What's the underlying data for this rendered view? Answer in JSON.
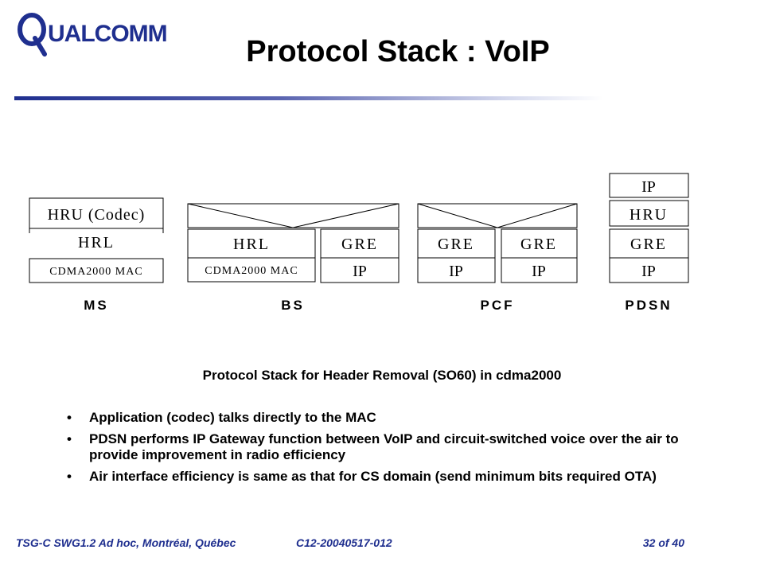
{
  "logo": {
    "text": "QUALCOMM",
    "color": "#1f2f8f"
  },
  "title": "Protocol Stack : VoIP",
  "diagram": {
    "ms": {
      "rows": [
        "HRU (Codec)",
        "HRL",
        "CDMA2000 MAC"
      ],
      "label": "MS"
    },
    "bs": {
      "left": [
        "HRL",
        "CDMA2000 MAC"
      ],
      "right": [
        "GRE",
        "IP"
      ],
      "label": "BS"
    },
    "pcf": {
      "left": [
        "GRE",
        "IP"
      ],
      "right": [
        "GRE",
        "IP"
      ],
      "label": "PCF"
    },
    "pdsn": {
      "rows": [
        "IP",
        "HRU",
        "GRE",
        "IP"
      ],
      "label": "PDSN"
    }
  },
  "caption": "Protocol Stack for Header Removal (SO60) in cdma2000",
  "bullets": [
    "Application (codec) talks directly to the MAC",
    "PDSN performs IP Gateway function between VoIP and circuit-switched voice over the air to provide improvement in radio efficiency",
    "Air interface efficiency is same as that for CS domain (send minimum bits required OTA)"
  ],
  "bullet_symbol": "•",
  "footer": {
    "meeting": "TSG-C SWG1.2 Ad hoc, Montréal, Québec",
    "doc": "C12-20040517-012",
    "page": "32 of 40"
  },
  "colors": {
    "accent": "#1f2f8f"
  }
}
